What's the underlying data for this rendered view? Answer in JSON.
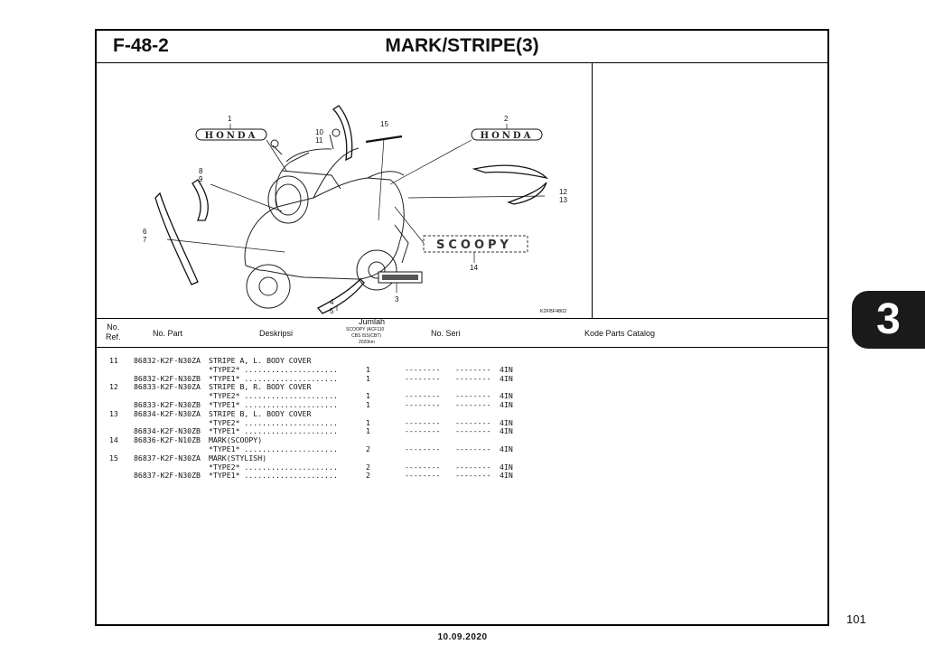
{
  "figure": {
    "code": "F-48-2",
    "title": "MARK/STRIPE(3)"
  },
  "diagram": {
    "image_code": "K2FBF4802",
    "callouts": [
      "1",
      "2",
      "3",
      "4",
      "5",
      "6",
      "7",
      "8",
      "9",
      "10",
      "11",
      "12",
      "13",
      "14",
      "15"
    ],
    "emblem_text": "HONDA",
    "badge_text": "SCOOPY"
  },
  "columns": {
    "no_ref": "No.\nRef.",
    "no_part": "No. Part",
    "deskripsi": "Deskripsi",
    "jumlah": "Jumlah",
    "jumlah_sub1": "SCOOPY (ACF110",
    "jumlah_sub2": "CBS ISS(CBT)",
    "jumlah_sub3": "2020km",
    "no_seri": "No. Seri",
    "kode": "Kode Parts Catalog"
  },
  "rows": [
    {
      "ref": "11",
      "part": "86832-K2F-N30ZA",
      "desc": "STRIPE A, L. BODY COVER",
      "qty": "",
      "s1": "",
      "s2": "",
      "kode": ""
    },
    {
      "ref": "",
      "part": "",
      "desc": "*TYPE2* .....................",
      "qty": "1",
      "s1": "--------",
      "s2": "--------",
      "kode": "4IN"
    },
    {
      "ref": "",
      "part": "86832-K2F-N30ZB",
      "desc": "*TYPE1* .....................",
      "qty": "1",
      "s1": "--------",
      "s2": "--------",
      "kode": "4IN"
    },
    {
      "ref": "12",
      "part": "86833-K2F-N30ZA",
      "desc": "STRIPE B, R. BODY COVER",
      "qty": "",
      "s1": "",
      "s2": "",
      "kode": ""
    },
    {
      "ref": "",
      "part": "",
      "desc": "*TYPE2* .....................",
      "qty": "1",
      "s1": "--------",
      "s2": "--------",
      "kode": "4IN"
    },
    {
      "ref": "",
      "part": "86833-K2F-N30ZB",
      "desc": "*TYPE1* .....................",
      "qty": "1",
      "s1": "--------",
      "s2": "--------",
      "kode": "4IN"
    },
    {
      "ref": "13",
      "part": "86834-K2F-N30ZA",
      "desc": "STRIPE B, L. BODY COVER",
      "qty": "",
      "s1": "",
      "s2": "",
      "kode": ""
    },
    {
      "ref": "",
      "part": "",
      "desc": "*TYPE2* .....................",
      "qty": "1",
      "s1": "--------",
      "s2": "--------",
      "kode": "4IN"
    },
    {
      "ref": "",
      "part": "86834-K2F-N30ZB",
      "desc": "*TYPE1* .....................",
      "qty": "1",
      "s1": "--------",
      "s2": "--------",
      "kode": "4IN"
    },
    {
      "ref": "14",
      "part": "86836-K2F-N10ZB",
      "desc": "MARK(SCOOPY)",
      "qty": "",
      "s1": "",
      "s2": "",
      "kode": ""
    },
    {
      "ref": "",
      "part": "",
      "desc": "*TYPE1* .....................",
      "qty": "2",
      "s1": "--------",
      "s2": "--------",
      "kode": "4IN"
    },
    {
      "ref": "15",
      "part": "86837-K2F-N30ZA",
      "desc": "MARK(STYLISH)",
      "qty": "",
      "s1": "",
      "s2": "",
      "kode": ""
    },
    {
      "ref": "",
      "part": "",
      "desc": "*TYPE2* .....................",
      "qty": "2",
      "s1": "--------",
      "s2": "--------",
      "kode": "4IN"
    },
    {
      "ref": "",
      "part": "86837-K2F-N30ZB",
      "desc": "*TYPE1* .....................",
      "qty": "2",
      "s1": "--------",
      "s2": "--------",
      "kode": "4IN"
    }
  ],
  "chapter_tab": "3",
  "page_number": "101",
  "footer_date": "10.09.2020"
}
